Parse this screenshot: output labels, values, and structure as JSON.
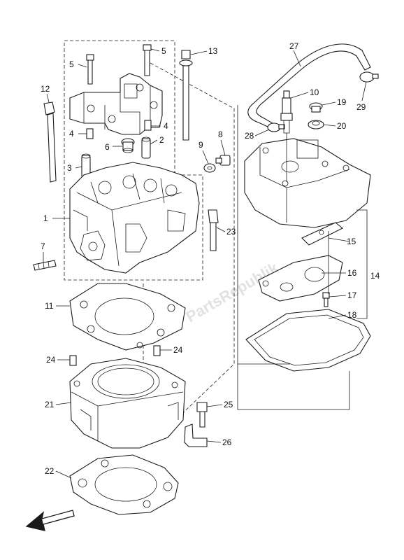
{
  "watermark": "PartsRepublik",
  "callouts": {
    "c1": "1",
    "c2": "2",
    "c3": "3",
    "c4a": "4",
    "c4b": "4",
    "c5a": "5",
    "c5b": "5",
    "c6": "6",
    "c7": "7",
    "c8": "8",
    "c9": "9",
    "c10": "10",
    "c11": "11",
    "c12": "12",
    "c13": "13",
    "c14": "14",
    "c15": "15",
    "c16": "16",
    "c17": "17",
    "c18": "18",
    "c19": "19",
    "c20": "20",
    "c21": "21",
    "c22": "22",
    "c23": "23",
    "c24a": "24",
    "c24b": "24",
    "c25": "25",
    "c26": "26",
    "c27": "27",
    "c28": "28",
    "c29": "29"
  }
}
